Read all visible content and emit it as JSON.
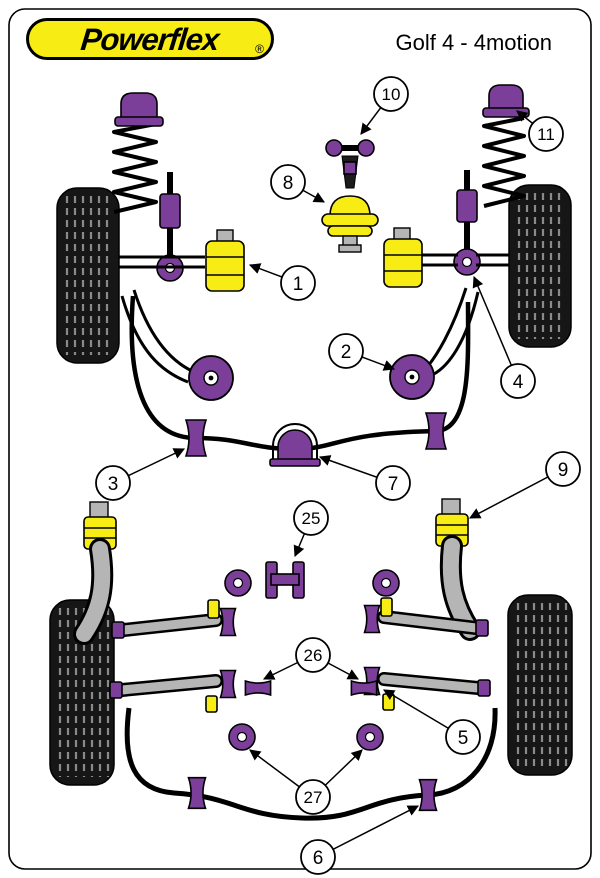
{
  "header": {
    "logo_text": "Powerflex",
    "registered_mark": "®",
    "title": "Golf 4 - 4motion"
  },
  "colors": {
    "purple": "#7b3f9a",
    "yellow": "#f7ec13",
    "gray": "#b5b5b5",
    "tire": "#161616",
    "tread": "#8a8a8a",
    "logo_bg": "#f7ec13",
    "line": "#000000"
  },
  "callouts": [
    {
      "label": "1"
    },
    {
      "label": "2"
    },
    {
      "label": "3"
    },
    {
      "label": "4"
    },
    {
      "label": "5"
    },
    {
      "label": "6"
    },
    {
      "label": "7"
    },
    {
      "label": "8"
    },
    {
      "label": "9"
    },
    {
      "label": "10"
    },
    {
      "label": "11"
    },
    {
      "label": "25"
    },
    {
      "label": "26"
    },
    {
      "label": "27"
    }
  ]
}
